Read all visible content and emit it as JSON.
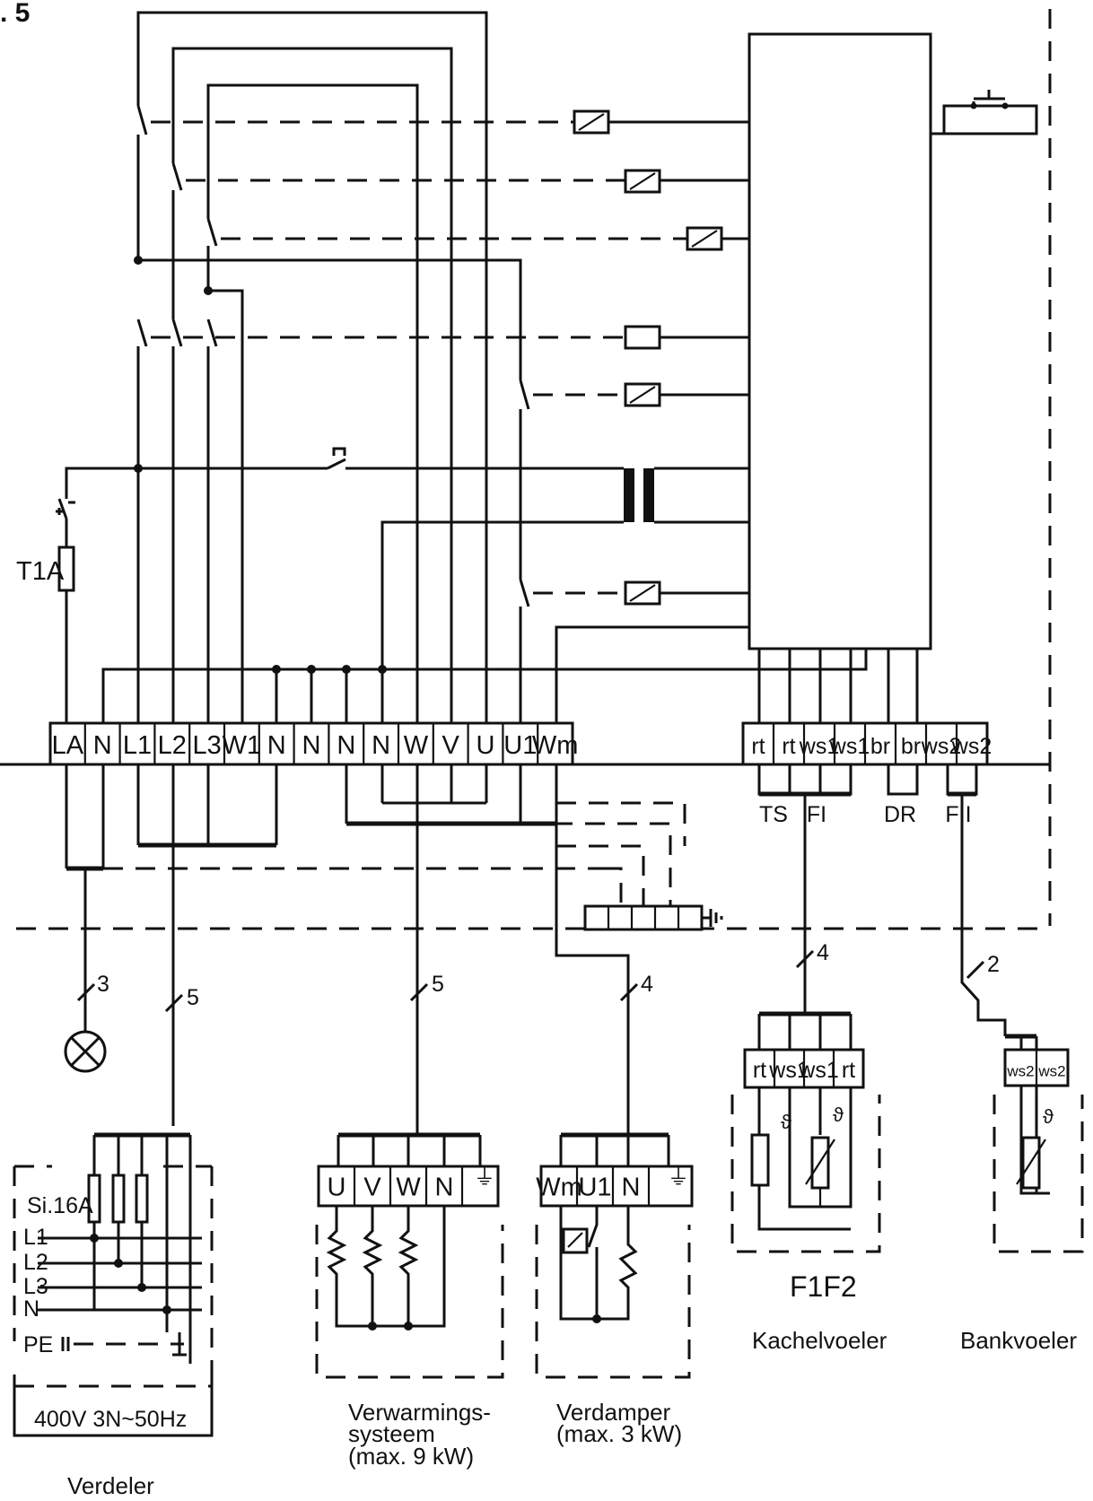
{
  "figure_label": ". 5",
  "fuse_label": "T1A",
  "terminals_main": [
    "LA",
    "N",
    "L1",
    "L2",
    "L3",
    "W1",
    "N",
    "N",
    "N",
    "N",
    "W",
    "V",
    "U",
    "U1",
    "Wm"
  ],
  "terminals_sensor": [
    "rt",
    "rt",
    "ws1",
    "ws1",
    "br",
    "br",
    "ws2",
    "ws2"
  ],
  "sensor_groups": [
    "TS",
    "FI",
    "DR",
    "FII"
  ],
  "cable_counts": [
    "3",
    "5",
    "5",
    "4",
    "4",
    "2"
  ],
  "verdeler": {
    "fuse_label": "Si.16A",
    "lines": [
      "L1",
      "L2",
      "L3",
      "N",
      "PE"
    ],
    "supply": "400V 3N~50Hz",
    "caption": "Verdeler"
  },
  "heater_terminals": [
    "U",
    "V",
    "W",
    "N"
  ],
  "heater_caption": [
    "Verwarmings-",
    "systeem",
    "(max. 9 kW)"
  ],
  "evap_terminals": [
    "Wm",
    "U1",
    "N"
  ],
  "evap_caption": [
    "Verdamper",
    "(max. 3 kW)"
  ],
  "kachel_terminals": [
    "rt",
    "ws1",
    "ws1",
    "rt"
  ],
  "kachel_code": "F1F2",
  "kachel_caption": "Kachelvoeler",
  "bank_terminals": [
    "ws2",
    "ws2"
  ],
  "bank_caption": "Bankvoeler"
}
